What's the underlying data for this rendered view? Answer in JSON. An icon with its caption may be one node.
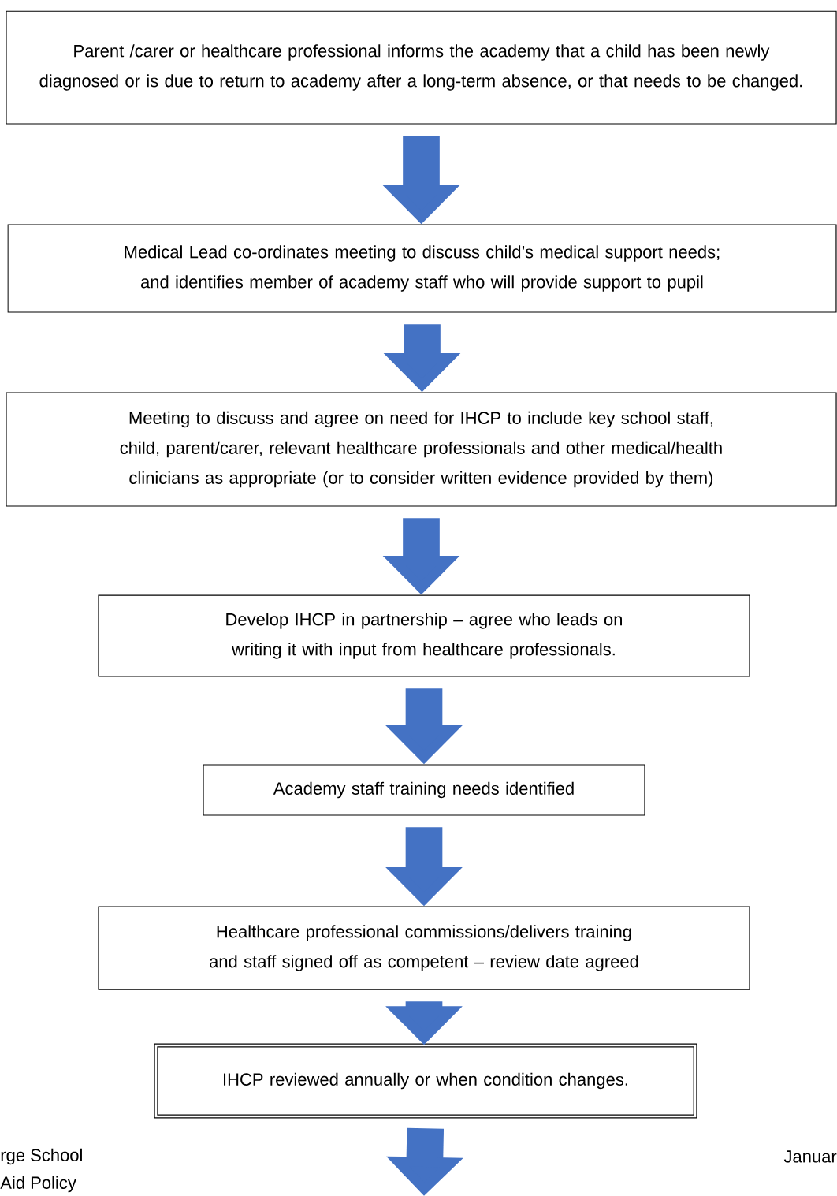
{
  "diagram": {
    "nodes": [
      {
        "text": [
          "Parent /carer or healthcare professional informs the academy that a child has been newly diagnosed or is due to return to academy after a long-term absence, or that needs to be changed."
        ]
      },
      {
        "text": [
          "Medical Lead co-ordinates meeting to discuss child’s medical support needs; and identifies member of academy staff who will provide support to pupil"
        ]
      },
      {
        "text": [
          "Meeting to discuss and agree on need for IHCP to include key school staff, child, parent/carer, relevant healthcare professionals and other medical/health clinicians as appropriate (or to consider written evidence provided by them)"
        ]
      },
      {
        "text": [
          "Develop IHCP in partnership – agree who leads on writing it with input from healthcare professionals."
        ]
      },
      {
        "text": [
          "Academy staff training needs identified"
        ]
      },
      {
        "text": [
          "Healthcare professional commissions/delivers training and staff signed off as competent – review date agreed"
        ]
      },
      {
        "text": [
          "IHCP reviewed annually or when condition changes."
        ]
      }
    ],
    "edges": [
      {
        "from": 0,
        "to": 1,
        "arrow": "to"
      },
      {
        "from": 1,
        "to": 2,
        "arrow": "to"
      },
      {
        "from": 2,
        "to": 3,
        "arrow": "to"
      },
      {
        "from": 3,
        "to": 4,
        "arrow": "to"
      },
      {
        "from": 4,
        "to": 5,
        "arrow": "to"
      },
      {
        "from": 5,
        "to": 6,
        "arrow": "to"
      },
      {
        "from": 6,
        "to": null,
        "arrow": "to"
      }
    ],
    "labels": [
      "rge School",
      "Januar",
      "Aid Policy"
    ]
  }
}
